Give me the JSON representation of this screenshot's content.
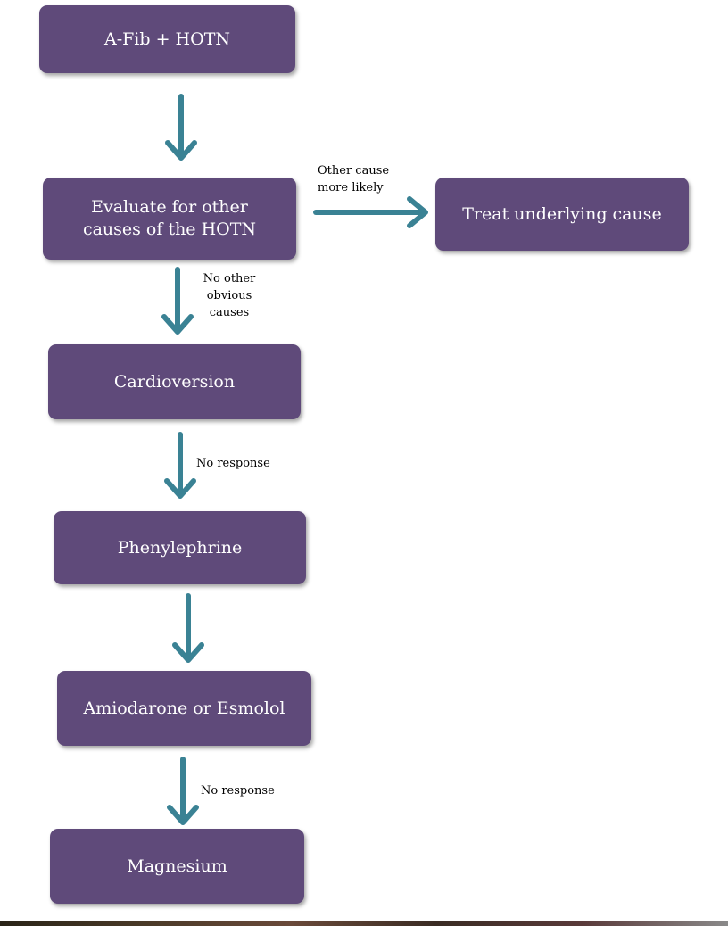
{
  "nodes": {
    "afib": "A-Fib + HOTN",
    "evaluate": [
      "Evaluate for other",
      "causes of the HOTN"
    ],
    "treat": "Treat underlying cause",
    "cardioversion": "Cardioversion",
    "phenylephrine": "Phenylephrine",
    "amiodarone": "Amiodarone or Esmolol",
    "magnesium": "Magnesium"
  },
  "edge_labels": {
    "other_cause": [
      "Other cause",
      "more likely"
    ],
    "no_other": [
      "No other",
      "obvious",
      "causes"
    ],
    "no_response_1": "No response",
    "no_response_2": "No response"
  },
  "colors": {
    "box_fill": "#5f4a7a",
    "arrow": "#3a8294"
  }
}
